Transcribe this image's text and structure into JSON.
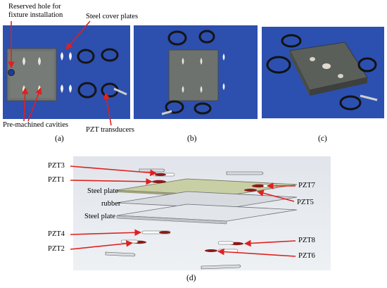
{
  "top_panel": {
    "labels": {
      "reserved_hole": [
        "Reserved hole for",
        "fixture installation"
      ],
      "steel_cover_plates": "Steel cover plates",
      "pre_machined_cavities": "Pre-machined  cavities",
      "pzt_transducers": "PZT transducers"
    },
    "captions": {
      "a": "(a)",
      "b": "(b)",
      "c": "(c)"
    }
  },
  "diagram": {
    "layers": [
      "Steel plate",
      "rubber",
      "Steel plate"
    ],
    "sensors_left": [
      "PZT3",
      "PZT1",
      "PZT4",
      "PZT2"
    ],
    "sensors_right": [
      "PZT7",
      "PZT5",
      "PZT8",
      "PZT6"
    ],
    "caption": "(d)"
  },
  "colors": {
    "photo_background": "#2a4fae",
    "arrow": "#e0201f",
    "sensor_red": "#8b1a1a",
    "diagram_background": "#e4e8ee"
  }
}
